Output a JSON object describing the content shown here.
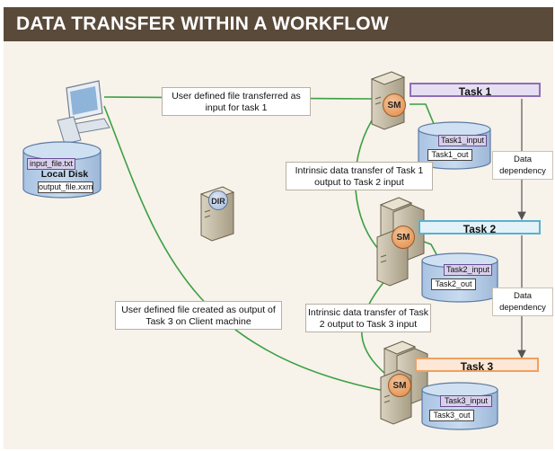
{
  "title": "DATA TRANSFER WITHIN A WORKFLOW",
  "local_disk": {
    "label": "Local Disk",
    "input_file": "input_file.txt",
    "output_file": "output_file.xxm"
  },
  "dir_label": "DIR",
  "sm_label": "SM",
  "tasks": [
    {
      "label": "Task 1",
      "input_file": "Task1_input",
      "output_file": "Task1_out",
      "color": "#8e6fb3",
      "fill": "#e6def2"
    },
    {
      "label": "Task 2",
      "input_file": "Task2_input",
      "output_file": "Task2_out",
      "color": "#5ab0cf",
      "fill": "#e2f2f8"
    },
    {
      "label": "Task 3",
      "input_file": "Task3_input",
      "output_file": "Task3_out",
      "color": "#f0a060",
      "fill": "#fde7d6"
    }
  ],
  "callouts": {
    "input_task1": "User defined file transferred as input for task 1",
    "t1_to_t2": "Intrinsic data transfer of Task 1 output  to Task 2 input",
    "t2_to_t3": "Intrinsic data transfer of Task 2 output  to Task 3 input",
    "output_task3": "User defined file created as output of Task 3 on Client machine"
  },
  "dependency_labels": [
    "Data dependency",
    "Data dependency"
  ],
  "colors": {
    "title_bg": "#5a4a3a",
    "canvas_bg": "#f7f2ea",
    "flow_line": "#3aa043",
    "disk_fill": "#bcd3ea",
    "arrow": "#555555"
  }
}
